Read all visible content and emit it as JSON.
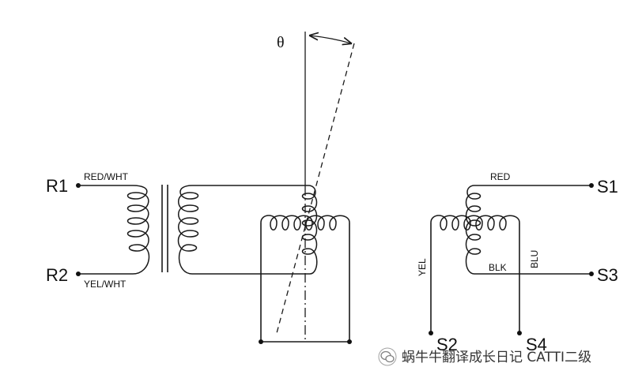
{
  "diagram": {
    "angle_symbol": "θ",
    "rotor": {
      "terminals": [
        "R1",
        "R2"
      ],
      "wire_labels": [
        "RED/WHT",
        "YEL/WHT"
      ]
    },
    "stator": {
      "terminals": [
        "S1",
        "S3",
        "S2",
        "S4"
      ],
      "wire_labels": [
        "RED",
        "BLK",
        "YEL",
        "BLU"
      ]
    }
  },
  "watermark": {
    "text": "蜗牛牛翻译成长日记 CATTI二级"
  }
}
